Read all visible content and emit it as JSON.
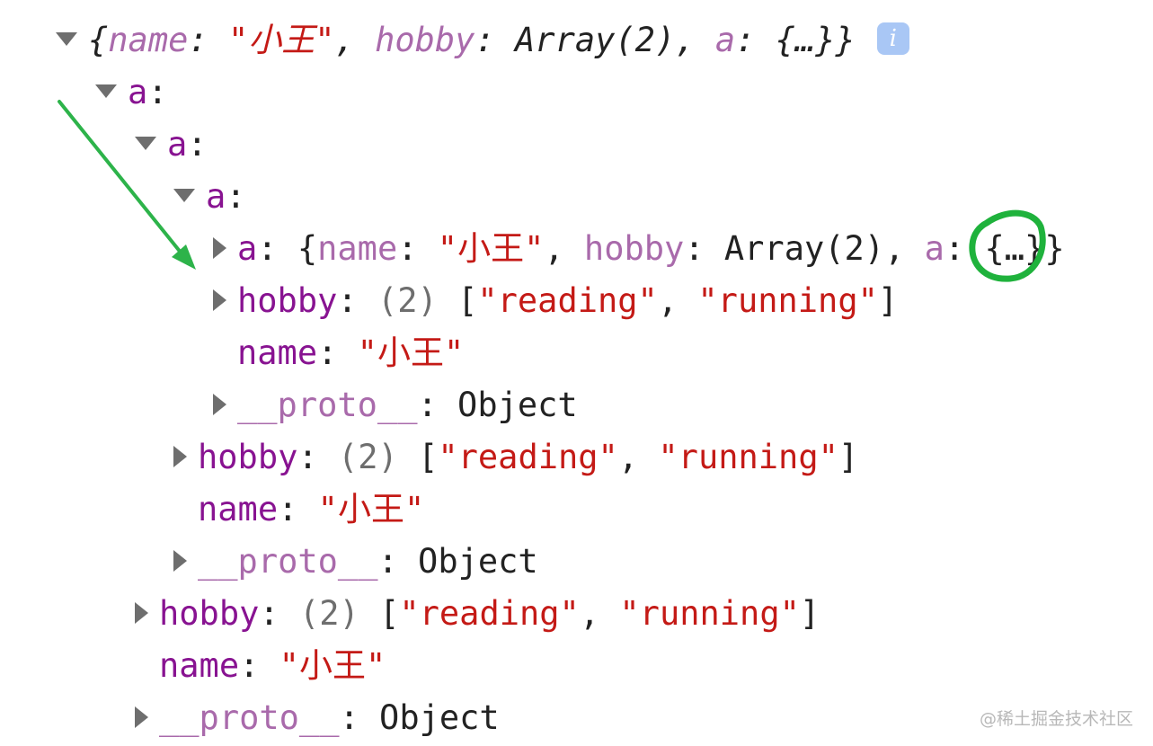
{
  "summary": {
    "prefix": "{",
    "name_key": "name",
    "name_value": "\"小王\"",
    "hobby_key": "hobby",
    "hobby_value": "Array(2)",
    "a_key": "a",
    "a_value": "{…}",
    "suffix": "}",
    "info_icon": "i"
  },
  "tokens": {
    "a_key": "a",
    "colon": ":",
    "hobby_key": "hobby",
    "hobby_count": "(2)",
    "hobby_open": "[",
    "hobby_item_1": "\"reading\"",
    "comma": ",",
    "hobby_item_2": "\"running\"",
    "hobby_close": "]",
    "name_key": "name",
    "name_value": "\"小王\"",
    "proto_key": "__proto__",
    "proto_value": "Object"
  },
  "innermost_a": {
    "key": "a",
    "open": "{",
    "name_key": "name",
    "name_value": "\"小王\"",
    "hobby_key": "hobby",
    "hobby_value": "Array(2)",
    "a_key": "a",
    "a_value": "{…}",
    "close": "}"
  },
  "annotation": {
    "arrow_color": "#2db34a",
    "circle_color": "#1fb23c"
  },
  "watermark": "@稀土掘金技术社区",
  "colors": {
    "key": "#881391",
    "string": "#c41a16",
    "muted": "#6e6e6e",
    "text": "#222222"
  }
}
